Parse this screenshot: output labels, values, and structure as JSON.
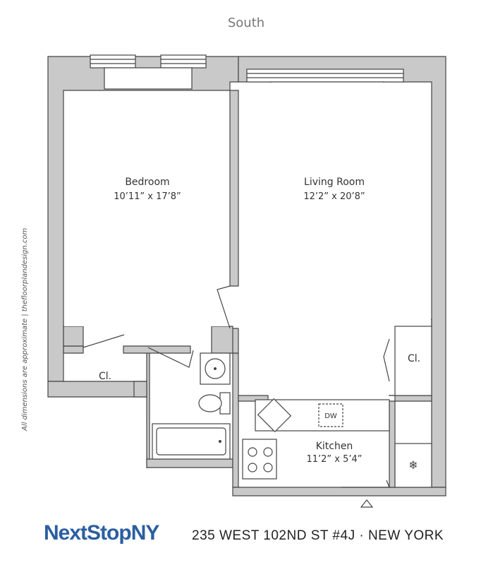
{
  "compass_label": "South",
  "side_text": "All dimensions are approximate  |  thefloorplandesign.com",
  "rooms": {
    "bedroom": {
      "name": "Bedroom",
      "dims": "10’11” x 17’8”"
    },
    "living": {
      "name": "Living Room",
      "dims": "12’2” x 20’8”"
    },
    "kitchen": {
      "name": "Kitchen",
      "dims": "11’2” x 5’4”"
    },
    "closet_left": {
      "name": "Cl."
    },
    "closet_right": {
      "name": "Cl."
    },
    "dishwasher": {
      "name": "DW"
    }
  },
  "footer": {
    "brand_main": "NextStop",
    "brand_accent": "NY",
    "address": "235 WEST 102ND ST #4J · NEW YORK"
  },
  "colors": {
    "wall_fill": "#c9c9c9",
    "brand_blue": "#2b5fa0"
  }
}
